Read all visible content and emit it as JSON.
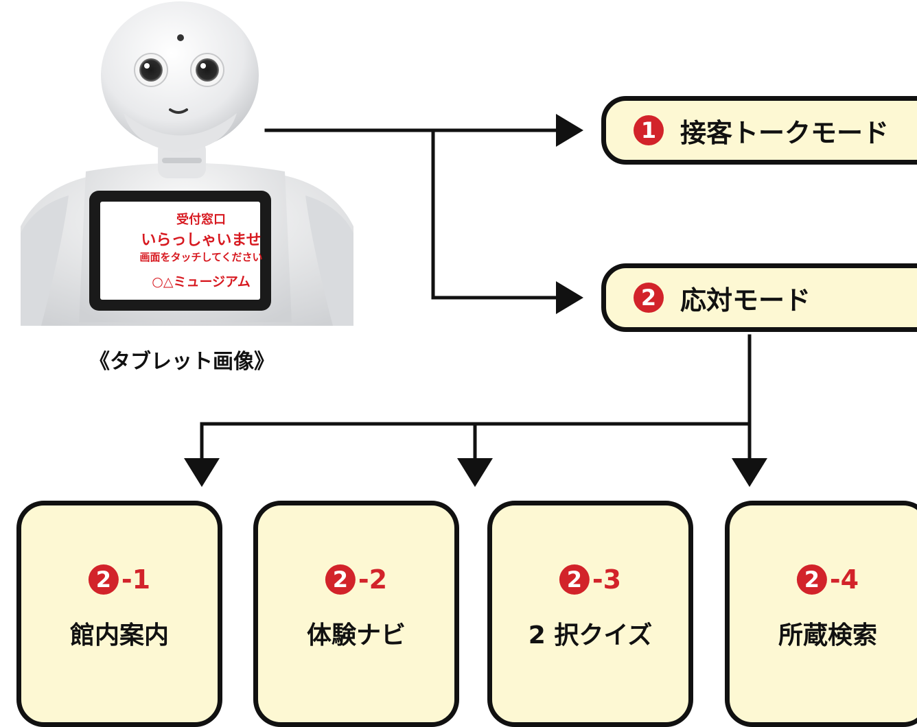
{
  "photo": {
    "tablet_lines": [
      "受付窓口",
      "いらっしゃいませ",
      "画面をタッチしてください",
      "○△ミュージアム"
    ],
    "caption": "《タブレット画像》"
  },
  "modes": [
    {
      "badge": "1",
      "label": "接客トークモード"
    },
    {
      "badge": "2",
      "label": "応対モード"
    }
  ],
  "submodes": [
    {
      "badge": "2",
      "suffix": "-1",
      "label": "館内案内"
    },
    {
      "badge": "2",
      "suffix": "-2",
      "label": "体験ナビ"
    },
    {
      "badge": "2",
      "suffix": "-3",
      "label": "2 択クイズ"
    },
    {
      "badge": "2",
      "suffix": "-4",
      "label": "所蔵検索"
    }
  ],
  "colors": {
    "box_fill": "#fdf8d3",
    "badge_red": "#d2232a",
    "line": "#111111"
  }
}
